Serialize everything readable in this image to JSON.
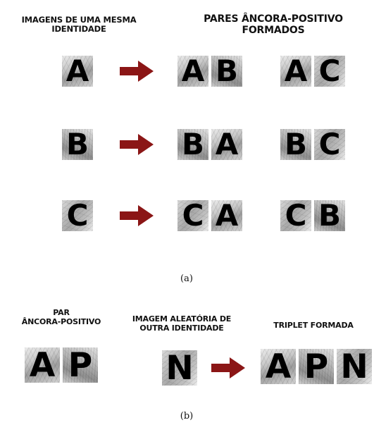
{
  "arrow_color": "#8b1616",
  "panel_a": {
    "header_left": [
      "IMAGENS DE UMA MESMA",
      "IDENTIDADE"
    ],
    "header_right": [
      "PARES ÂNCORA-POSITIVO",
      "FORMADOS"
    ],
    "rows": [
      {
        "source": "A",
        "pair1": [
          "A",
          "B"
        ],
        "pair2": [
          "A",
          "C"
        ]
      },
      {
        "source": "B",
        "pair1": [
          "B",
          "A"
        ],
        "pair2": [
          "B",
          "C"
        ]
      },
      {
        "source": "C",
        "pair1": [
          "C",
          "A"
        ],
        "pair2": [
          "C",
          "B"
        ]
      }
    ],
    "caption": "(a)"
  },
  "panel_b": {
    "header_pair": [
      "PAR",
      "ÂNCORA-POSITIVO"
    ],
    "header_random": [
      "IMAGEM ALEATÓRIA DE",
      "OUTRA IDENTIDADE"
    ],
    "header_triplet": [
      "TRIPLET FORMADA"
    ],
    "pair": [
      "A",
      "P"
    ],
    "random": "N",
    "triplet": [
      "A",
      "P",
      "N"
    ],
    "caption": "(b)"
  }
}
